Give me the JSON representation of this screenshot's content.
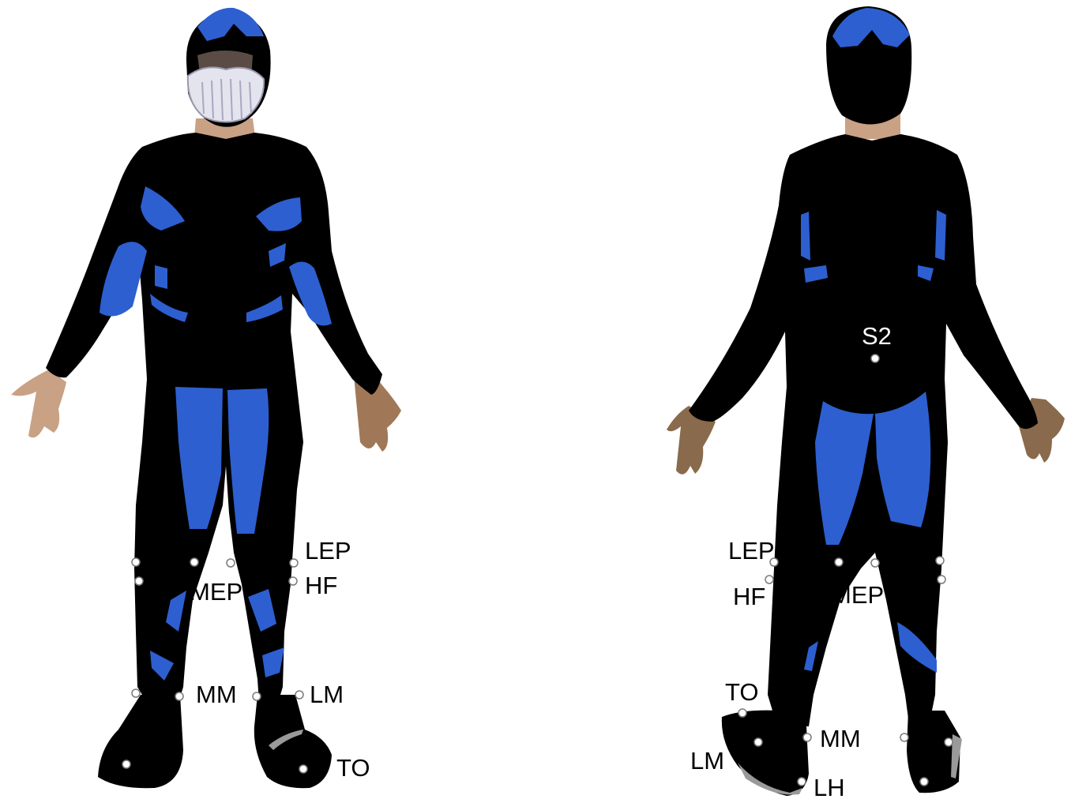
{
  "colors": {
    "suit": "#000000",
    "panel": "#2d5fd0",
    "panel_light": "#3b6fe0",
    "skin": "#c9a184",
    "skin_dark": "#8a6a4c",
    "mask": "#e4e4ee",
    "marker": "#ffffff",
    "marker_edge": "#7a7a7a"
  },
  "front_figure": {
    "labels": {
      "lep": "LEP",
      "mep": "MEP",
      "hf": "HF",
      "mm": "MM",
      "lm": "LM",
      "to": "TO"
    }
  },
  "back_figure": {
    "labels": {
      "s2": "S2",
      "lep": "LEP",
      "hf": "HF",
      "mep": "MEP",
      "to": "TO",
      "mm": "MM",
      "lm": "LM",
      "lh": "LH"
    }
  }
}
